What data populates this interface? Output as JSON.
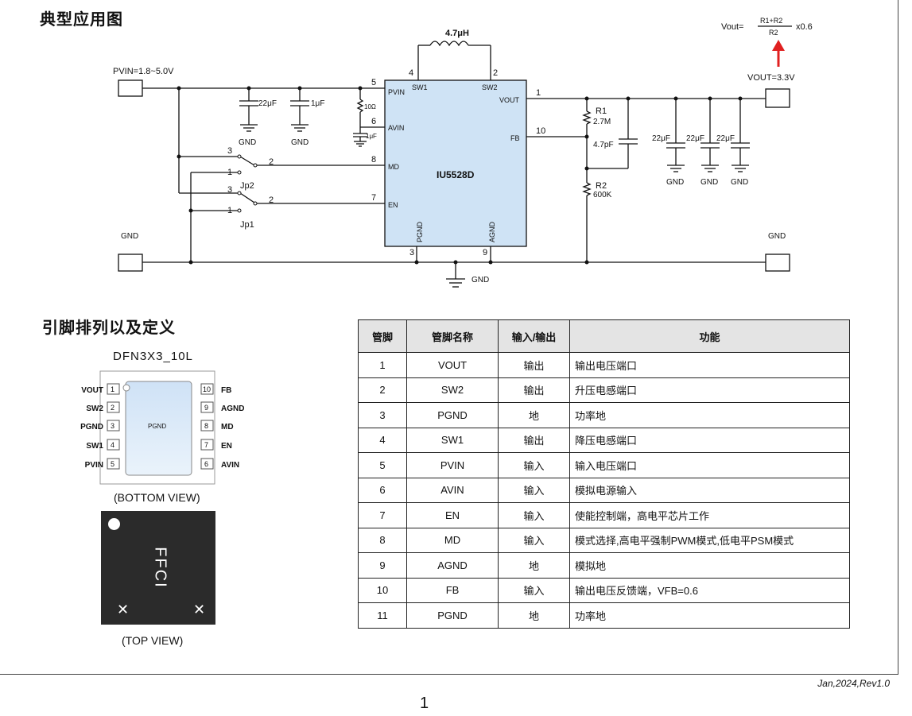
{
  "section1_title": "典型应用图",
  "section2_title": "引脚排列以及定义",
  "schematic": {
    "pvin": "PVIN=1.8~5.0V",
    "vout": "VOUT=3.3V",
    "formula_left": "Vout=",
    "formula_num": "R1+R2",
    "formula_den": "R2",
    "formula_right": "x0.6",
    "inductor": "4.7μH",
    "chip": "IU5528D",
    "c1": "22μF",
    "c2": "1μF",
    "r_avin": "10Ω",
    "c_avin": "1μF",
    "gnd": "GND",
    "r1": "R1",
    "r1_val": "2.7M",
    "c_fb": "4.7pF",
    "r2": "R2",
    "r2_val": "600K",
    "cout": "22μF",
    "jp2": "Jp2",
    "jp1": "Jp1",
    "pin_pvin": "PVIN",
    "pin_sw1": "SW1",
    "pin_sw2": "SW2",
    "pin_vout": "VOUT",
    "pin_avin": "AVIN",
    "pin_fb": "FB",
    "pin_md": "MD",
    "pin_en": "EN",
    "pin_pgnd": "PGND",
    "pin_agnd": "AGND",
    "n1": "1",
    "n2": "2",
    "n3": "3",
    "n4": "4",
    "n5": "5",
    "n6": "6",
    "n7": "7",
    "n8": "8",
    "n9": "9",
    "n10": "10"
  },
  "package": {
    "name": "DFN3X3_10L",
    "bottom_view": "(BOTTOM VIEW)",
    "top_view": "(TOP VIEW)",
    "center": "PGND",
    "marking": "FFCI",
    "x": "✕",
    "left_pins": [
      {
        "label": "VOUT",
        "num": "1"
      },
      {
        "label": "SW2",
        "num": "2"
      },
      {
        "label": "PGND",
        "num": "3"
      },
      {
        "label": "SW1",
        "num": "4"
      },
      {
        "label": "PVIN",
        "num": "5"
      }
    ],
    "right_pins": [
      {
        "label": "FB",
        "num": "10"
      },
      {
        "label": "AGND",
        "num": "9"
      },
      {
        "label": "MD",
        "num": "8"
      },
      {
        "label": "EN",
        "num": "7"
      },
      {
        "label": "AVIN",
        "num": "6"
      }
    ]
  },
  "table": {
    "headers": [
      "管脚",
      "管脚名称",
      "输入/输出",
      "功能"
    ],
    "rows": [
      [
        "1",
        "VOUT",
        "输出",
        "输出电压端口"
      ],
      [
        "2",
        "SW2",
        "输出",
        "升压电感端口"
      ],
      [
        "3",
        "PGND",
        "地",
        "功率地"
      ],
      [
        "4",
        "SW1",
        "输出",
        "降压电感端口"
      ],
      [
        "5",
        "PVIN",
        "输入",
        "输入电压端口"
      ],
      [
        "6",
        "AVIN",
        "输入",
        "模拟电源输入"
      ],
      [
        "7",
        "EN",
        "输入",
        "使能控制端，高电平芯片工作"
      ],
      [
        "8",
        "MD",
        "输入",
        "模式选择,高电平强制PWM模式,低电平PSM模式"
      ],
      [
        "9",
        "AGND",
        "地",
        "模拟地"
      ],
      [
        "10",
        "FB",
        "输入",
        "输出电压反馈端，VFB=0.6"
      ],
      [
        "11",
        "PGND",
        "地",
        "功率地"
      ]
    ]
  },
  "footer": {
    "revision": "Jan,2024,Rev1.0",
    "page": "1"
  }
}
